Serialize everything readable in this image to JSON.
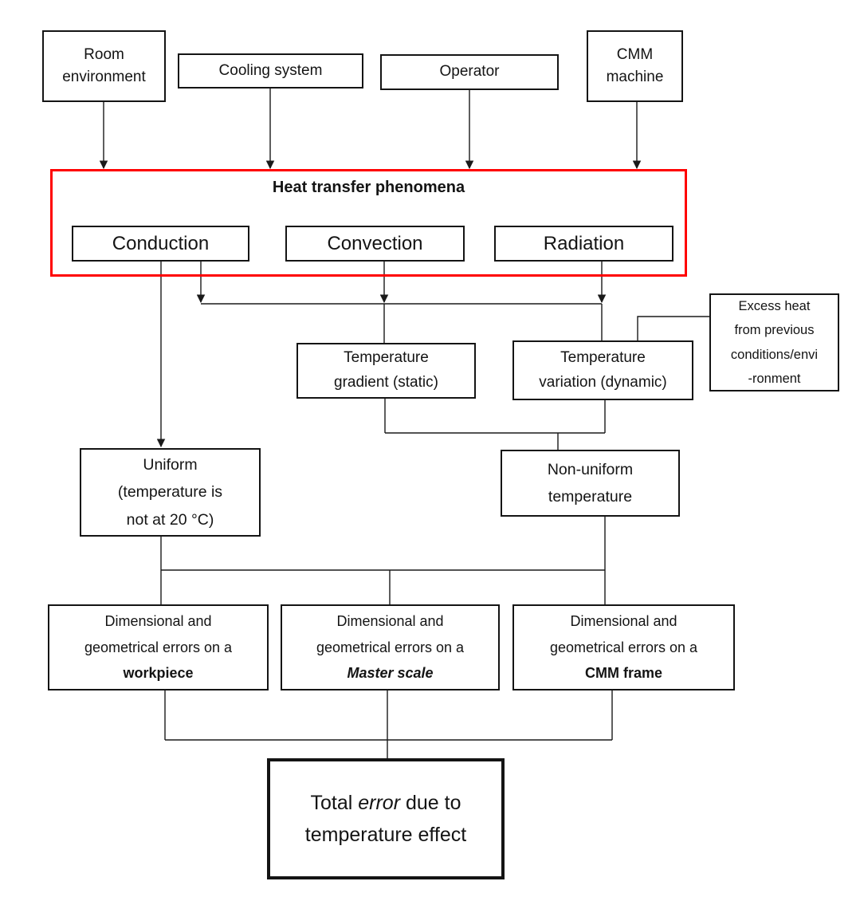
{
  "colors": {
    "highlight_border": "#ff0000",
    "box_border": "#141414",
    "line": "#1a1a1a",
    "background": "#ffffff",
    "text": "#141414"
  },
  "nodes": {
    "room_environment": "Room\nenvironment",
    "cooling_system": "Cooling system",
    "operator": "Operator",
    "cmm_machine": "CMM\nmachine",
    "heat_transfer_title": "Heat transfer phenomena",
    "conduction": "Conduction",
    "convection": "Convection",
    "radiation": "Radiation",
    "temperature_gradient": "Temperature\ngradient (static)",
    "temperature_variation": "Temperature\nvariation (dynamic)",
    "excess_heat": "Excess heat\nfrom previous\nconditions/envi\n-ronment",
    "uniform": "Uniform\n(temperature is\nnot at 20 °C)",
    "non_uniform": "Non-uniform\ntemperature",
    "error_workpiece": {
      "line1": "Dimensional and",
      "line2": "geometrical errors on a",
      "emphasis": "workpiece"
    },
    "error_master_scale": {
      "line1": "Dimensional and",
      "line2": "geometrical errors on a",
      "emphasis": "Master scale"
    },
    "error_cmm_frame": {
      "line1": "Dimensional and",
      "line2": "geometrical errors on a",
      "emphasis": "CMM frame"
    },
    "total_error": {
      "pre": "Total ",
      "emphasis": "error",
      "post": " due to",
      "line2": "temperature effect"
    }
  }
}
